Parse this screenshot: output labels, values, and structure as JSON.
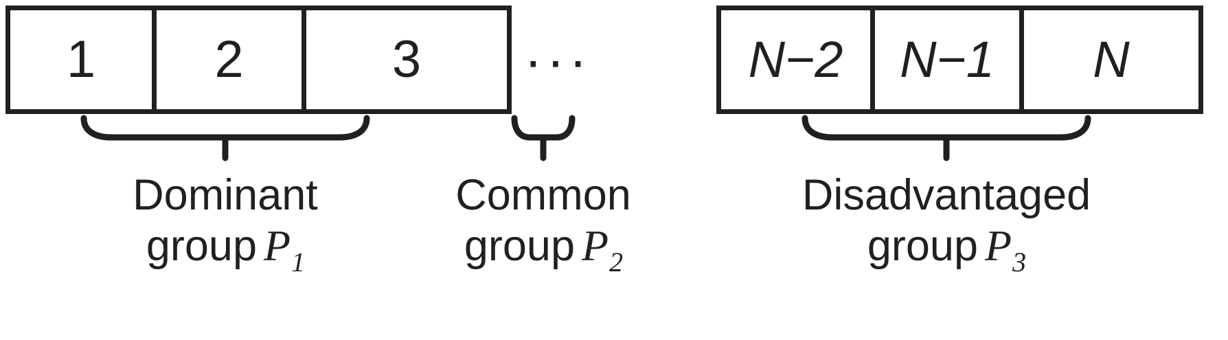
{
  "figure": {
    "type": "diagram",
    "description": "Linear chain of N indexed cells partitioned into three labelled groups",
    "background_color": "#ffffff",
    "line_color": "#231f20"
  },
  "cells": {
    "left_group": [
      {
        "label": "1"
      },
      {
        "label": "2"
      },
      {
        "label": "3"
      }
    ],
    "right_group": [
      {
        "label": "N−2",
        "italic": true
      },
      {
        "label": "N−1",
        "italic": true
      },
      {
        "label": "N",
        "italic": true
      }
    ]
  },
  "ellipsis": {
    "text": "···"
  },
  "groups": [
    {
      "id": "dominant",
      "caption_line1": "Dominant",
      "caption_line2": "group",
      "symbol": "P",
      "subscript": "1"
    },
    {
      "id": "common",
      "caption_line1": "Common",
      "caption_line2": "group",
      "symbol": "P",
      "subscript": "2"
    },
    {
      "id": "disadvantaged",
      "caption_line1": "Disadvantaged",
      "caption_line2": "group",
      "symbol": "P",
      "subscript": "3"
    }
  ]
}
